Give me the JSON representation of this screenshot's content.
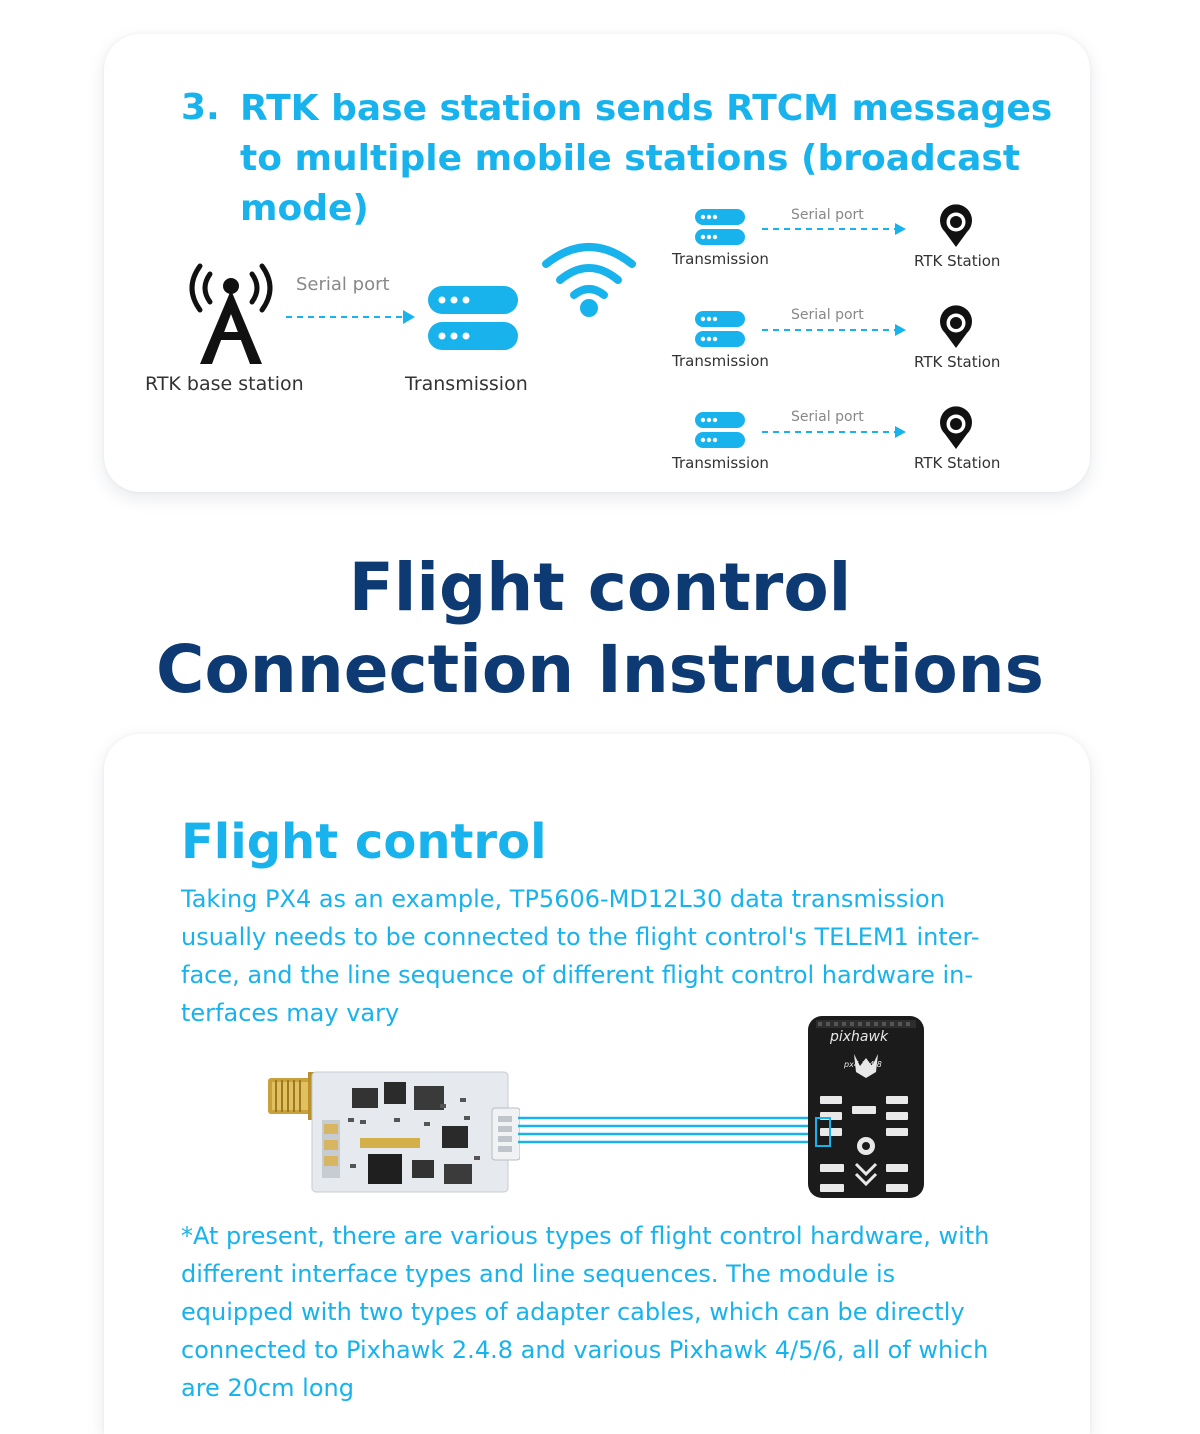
{
  "section1": {
    "step_number": "3.",
    "title": "RTK base station sends RTCM messages to multiple mobile stations (broadcast mode)",
    "base_label": "RTK base station",
    "serial_port": "Serial port",
    "transmission": "Transmission",
    "rtk_station": "RTK Station"
  },
  "heading": {
    "line1": "Flight control",
    "line2": "Connection Instructions"
  },
  "section2": {
    "title": "Flight control",
    "description": "Taking PX4 as an example, TP5606-MD12L30 data transmission usually needs to be connected to the flight control's TELEM1 inter-face, and the line sequence of different flight control hardware in-terfaces may vary",
    "note": "*At present, there are various types of flight control hardware, with different interface types and line sequences. The module is equipped with two types of adapter cables, which can be directly connected to Pixhawk 2.4.8 and various Pixhawk 4/5/6, all of which are 20cm long",
    "board_brand": "pixhawk",
    "board_model": "px4 2.4.8"
  },
  "colors": {
    "accent": "#18b3ec",
    "navy": "#0e3a73"
  }
}
